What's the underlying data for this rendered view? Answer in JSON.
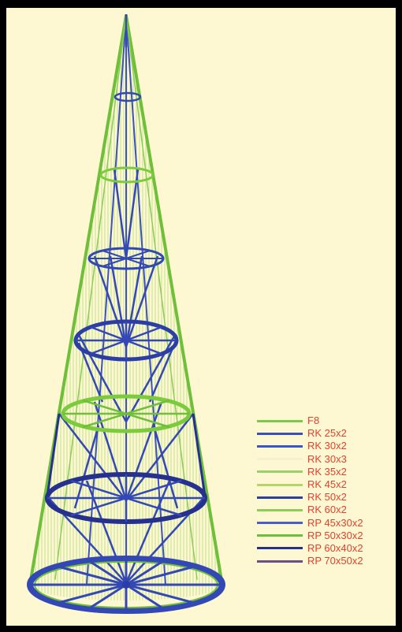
{
  "colors": {
    "background": "#fdf8d2",
    "frame": "#000000",
    "legend_text": "#e0412e",
    "green": "#7ccb3c",
    "blue": "#3348b4",
    "dark_blue": "#25308f"
  },
  "legend": [
    {
      "label": "F8",
      "color": "#7cc94a"
    },
    {
      "label": "RK 25x2",
      "color": "#3a4fb8"
    },
    {
      "label": "RK 30x2",
      "color": "#3e56c0"
    },
    {
      "label": "RK 30x3",
      "color": "#f4f1cf"
    },
    {
      "label": "RK 35x2",
      "color": "#98d16a"
    },
    {
      "label": "RK 45x2",
      "color": "#b7d46c"
    },
    {
      "label": "RK 50x2",
      "color": "#2c3ea6"
    },
    {
      "label": "RK 60x2",
      "color": "#8ccc58"
    },
    {
      "label": "RP 45x30x2",
      "color": "#4a5fc4"
    },
    {
      "label": "RP 50x30x2",
      "color": "#6abf3c"
    },
    {
      "label": "RP 60x40x2",
      "color": "#26318d"
    },
    {
      "label": "RP 70x50x2",
      "color": "#6b4d8a"
    }
  ]
}
